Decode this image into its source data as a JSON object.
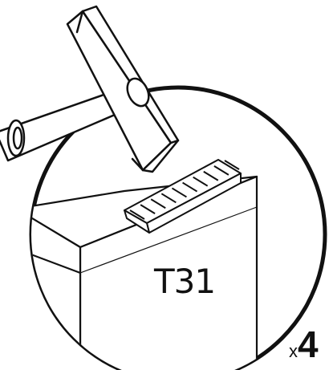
{
  "part": {
    "label": "T31",
    "icon": "hammer-icon"
  },
  "quantity": {
    "prefix": "x",
    "count": "4"
  },
  "colors": {
    "stroke": "#111111",
    "background": "#ffffff"
  }
}
